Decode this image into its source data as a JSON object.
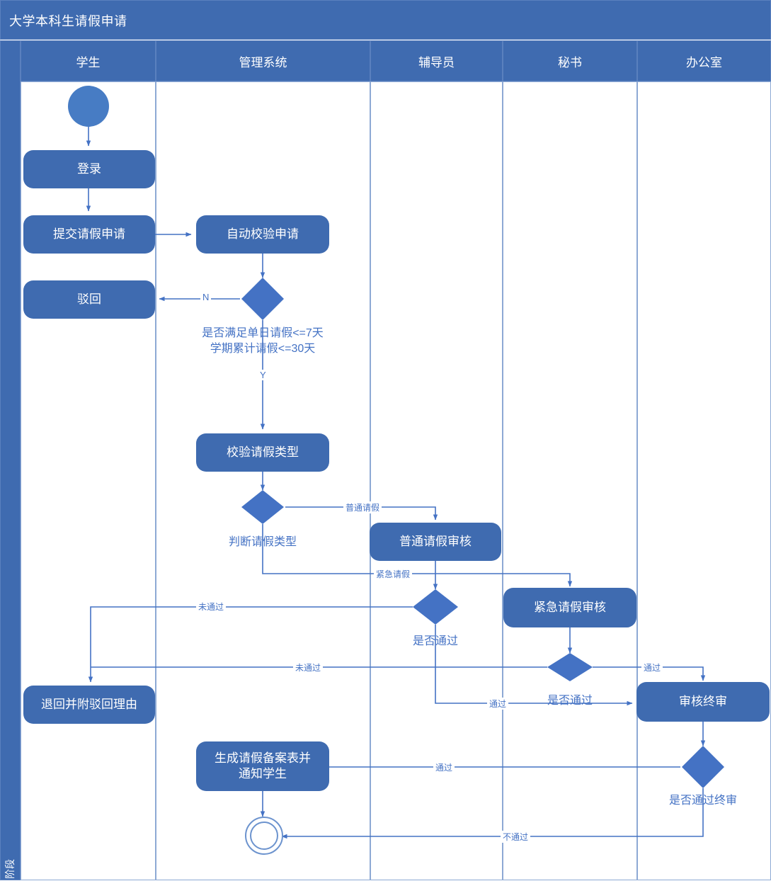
{
  "title": "大学本科生请假申请",
  "phase_label": "阶段",
  "lanes": [
    {
      "name": "student",
      "label": "学生"
    },
    {
      "name": "management-system",
      "label": "管理系统"
    },
    {
      "name": "counselor",
      "label": "辅导员"
    },
    {
      "name": "secretary",
      "label": "秘书"
    },
    {
      "name": "office",
      "label": "办公室"
    }
  ],
  "chart_data": {
    "type": "diagram",
    "diagram_type": "swimlane-activity-flowchart",
    "title": "大学本科生请假申请",
    "lanes": [
      "学生",
      "管理系统",
      "辅导员",
      "秘书",
      "办公室"
    ],
    "nodes": [
      {
        "id": "start",
        "lane": "学生",
        "shape": "start",
        "label": ""
      },
      {
        "id": "login",
        "lane": "学生",
        "shape": "process",
        "label": "登录"
      },
      {
        "id": "submit",
        "lane": "学生",
        "shape": "process",
        "label": "提交请假申请"
      },
      {
        "id": "reject",
        "lane": "学生",
        "shape": "process",
        "label": "驳回"
      },
      {
        "id": "autocheck",
        "lane": "管理系统",
        "shape": "process",
        "label": "自动校验申请"
      },
      {
        "id": "d_days",
        "lane": "管理系统",
        "shape": "decision",
        "label": "是否满足单日请假<=7天\n学期累计请假<=30天"
      },
      {
        "id": "checktype",
        "lane": "管理系统",
        "shape": "process",
        "label": "校验请假类型"
      },
      {
        "id": "d_type",
        "lane": "管理系统",
        "shape": "decision",
        "label": "判断请假类型"
      },
      {
        "id": "normal_rev",
        "lane": "辅导员",
        "shape": "process",
        "label": "普通请假审核"
      },
      {
        "id": "d_pass1",
        "lane": "辅导员",
        "shape": "decision",
        "label": "是否通过"
      },
      {
        "id": "urgent_rev",
        "lane": "秘书",
        "shape": "process",
        "label": "紧急请假审核"
      },
      {
        "id": "d_pass2",
        "lane": "秘书",
        "shape": "decision",
        "label": "是否通过"
      },
      {
        "id": "final_rev",
        "lane": "办公室",
        "shape": "process",
        "label": "审核终审"
      },
      {
        "id": "d_final",
        "lane": "办公室",
        "shape": "decision",
        "label": "是否通过终审"
      },
      {
        "id": "returnback",
        "lane": "学生",
        "shape": "process",
        "label": "退回并附驳回理由"
      },
      {
        "id": "genform",
        "lane": "管理系统",
        "shape": "process",
        "label": "生成请假备案表并\n通知学生"
      },
      {
        "id": "end",
        "lane": "管理系统",
        "shape": "end",
        "label": ""
      }
    ],
    "edges": [
      {
        "from": "start",
        "to": "login",
        "label": ""
      },
      {
        "from": "login",
        "to": "submit",
        "label": ""
      },
      {
        "from": "submit",
        "to": "autocheck",
        "label": ""
      },
      {
        "from": "autocheck",
        "to": "d_days",
        "label": ""
      },
      {
        "from": "d_days",
        "to": "reject",
        "label": "N"
      },
      {
        "from": "d_days",
        "to": "checktype",
        "label": "Y"
      },
      {
        "from": "checktype",
        "to": "d_type",
        "label": ""
      },
      {
        "from": "d_type",
        "to": "normal_rev",
        "label": "普通请假"
      },
      {
        "from": "d_type",
        "to": "urgent_rev",
        "label": "紧急请假"
      },
      {
        "from": "normal_rev",
        "to": "d_pass1",
        "label": ""
      },
      {
        "from": "d_pass1",
        "to": "returnback",
        "label": "未通过"
      },
      {
        "from": "d_pass1",
        "to": "final_rev",
        "label": "通过"
      },
      {
        "from": "urgent_rev",
        "to": "d_pass2",
        "label": ""
      },
      {
        "from": "d_pass2",
        "to": "returnback",
        "label": "未通过"
      },
      {
        "from": "d_pass2",
        "to": "final_rev",
        "label": "通过"
      },
      {
        "from": "final_rev",
        "to": "d_final",
        "label": ""
      },
      {
        "from": "d_final",
        "to": "genform",
        "label": "通过"
      },
      {
        "from": "d_final",
        "to": "end",
        "label": "不通过"
      },
      {
        "from": "genform",
        "to": "end",
        "label": ""
      }
    ]
  },
  "nodes": {
    "login": "登录",
    "submit": "提交请假申请",
    "reject": "驳回",
    "autocheck": "自动校验申请",
    "checktype": "校验请假类型",
    "normal_rev": "普通请假审核",
    "urgent_rev": "紧急请假审核",
    "final_rev": "审核终审",
    "returnback": "退回并附驳回理由",
    "genform_line1": "生成请假备案表并",
    "genform_line2": "通知学生"
  },
  "decision_labels": {
    "d_days_line1": "是否满足单日请假<=7天",
    "d_days_line2": "学期累计请假<=30天",
    "d_type": "判断请假类型",
    "d_pass1": "是否通过",
    "d_pass2": "是否通过",
    "d_final": "是否通过终审"
  },
  "edge_labels": {
    "n": "N",
    "y": "Y",
    "normal_leave": "普通请假",
    "urgent_leave": "紧急请假",
    "not_passed_1": "未通过",
    "not_passed_2": "未通过",
    "passed_1": "通过",
    "passed_2": "通过",
    "passed_final": "通过",
    "final_pass_down": "通过",
    "not_passed_final": "不通过"
  },
  "colors": {
    "header": "#3F6BB0",
    "node": "#3F6BB0",
    "edge": "#4472C4",
    "lane_border": "#8DA9D4",
    "text": "#4472C4"
  }
}
